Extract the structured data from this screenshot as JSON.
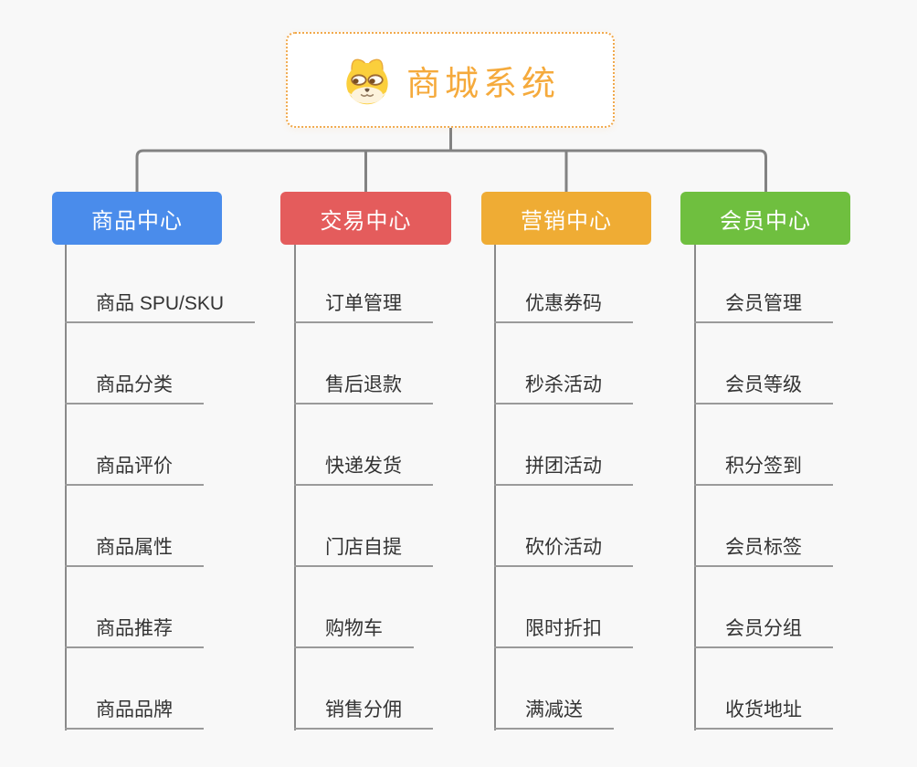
{
  "app": {
    "type": "mindmap",
    "background_color": "#f8f8f8"
  },
  "root": {
    "label": "商城系统",
    "icon": "dog-face-icon",
    "text_color": "#F5AA3C",
    "border_color": "#F1A94C",
    "background_color": "#FFFFFF"
  },
  "connectors": {
    "line_color": "#828282",
    "underline_color": "#9A9A9A",
    "item_text_color": "#333333"
  },
  "branches": [
    {
      "label": "商品中心",
      "color": "#4A8CEB",
      "items": [
        "商品 SPU/SKU",
        "商品分类",
        "商品评价",
        "商品属性",
        "商品推荐",
        "商品品牌"
      ]
    },
    {
      "label": "交易中心",
      "color": "#E45C5C",
      "items": [
        "订单管理",
        "售后退款",
        "快递发货",
        "门店自提",
        "购物车",
        "销售分佣"
      ]
    },
    {
      "label": "营销中心",
      "color": "#EFAC34",
      "items": [
        "优惠券码",
        "秒杀活动",
        "拼团活动",
        "砍价活动",
        "限时折扣",
        "满减送"
      ]
    },
    {
      "label": "会员中心",
      "color": "#6FBF3F",
      "items": [
        "会员管理",
        "会员等级",
        "积分签到",
        "会员标签",
        "会员分组",
        "收货地址"
      ]
    }
  ]
}
